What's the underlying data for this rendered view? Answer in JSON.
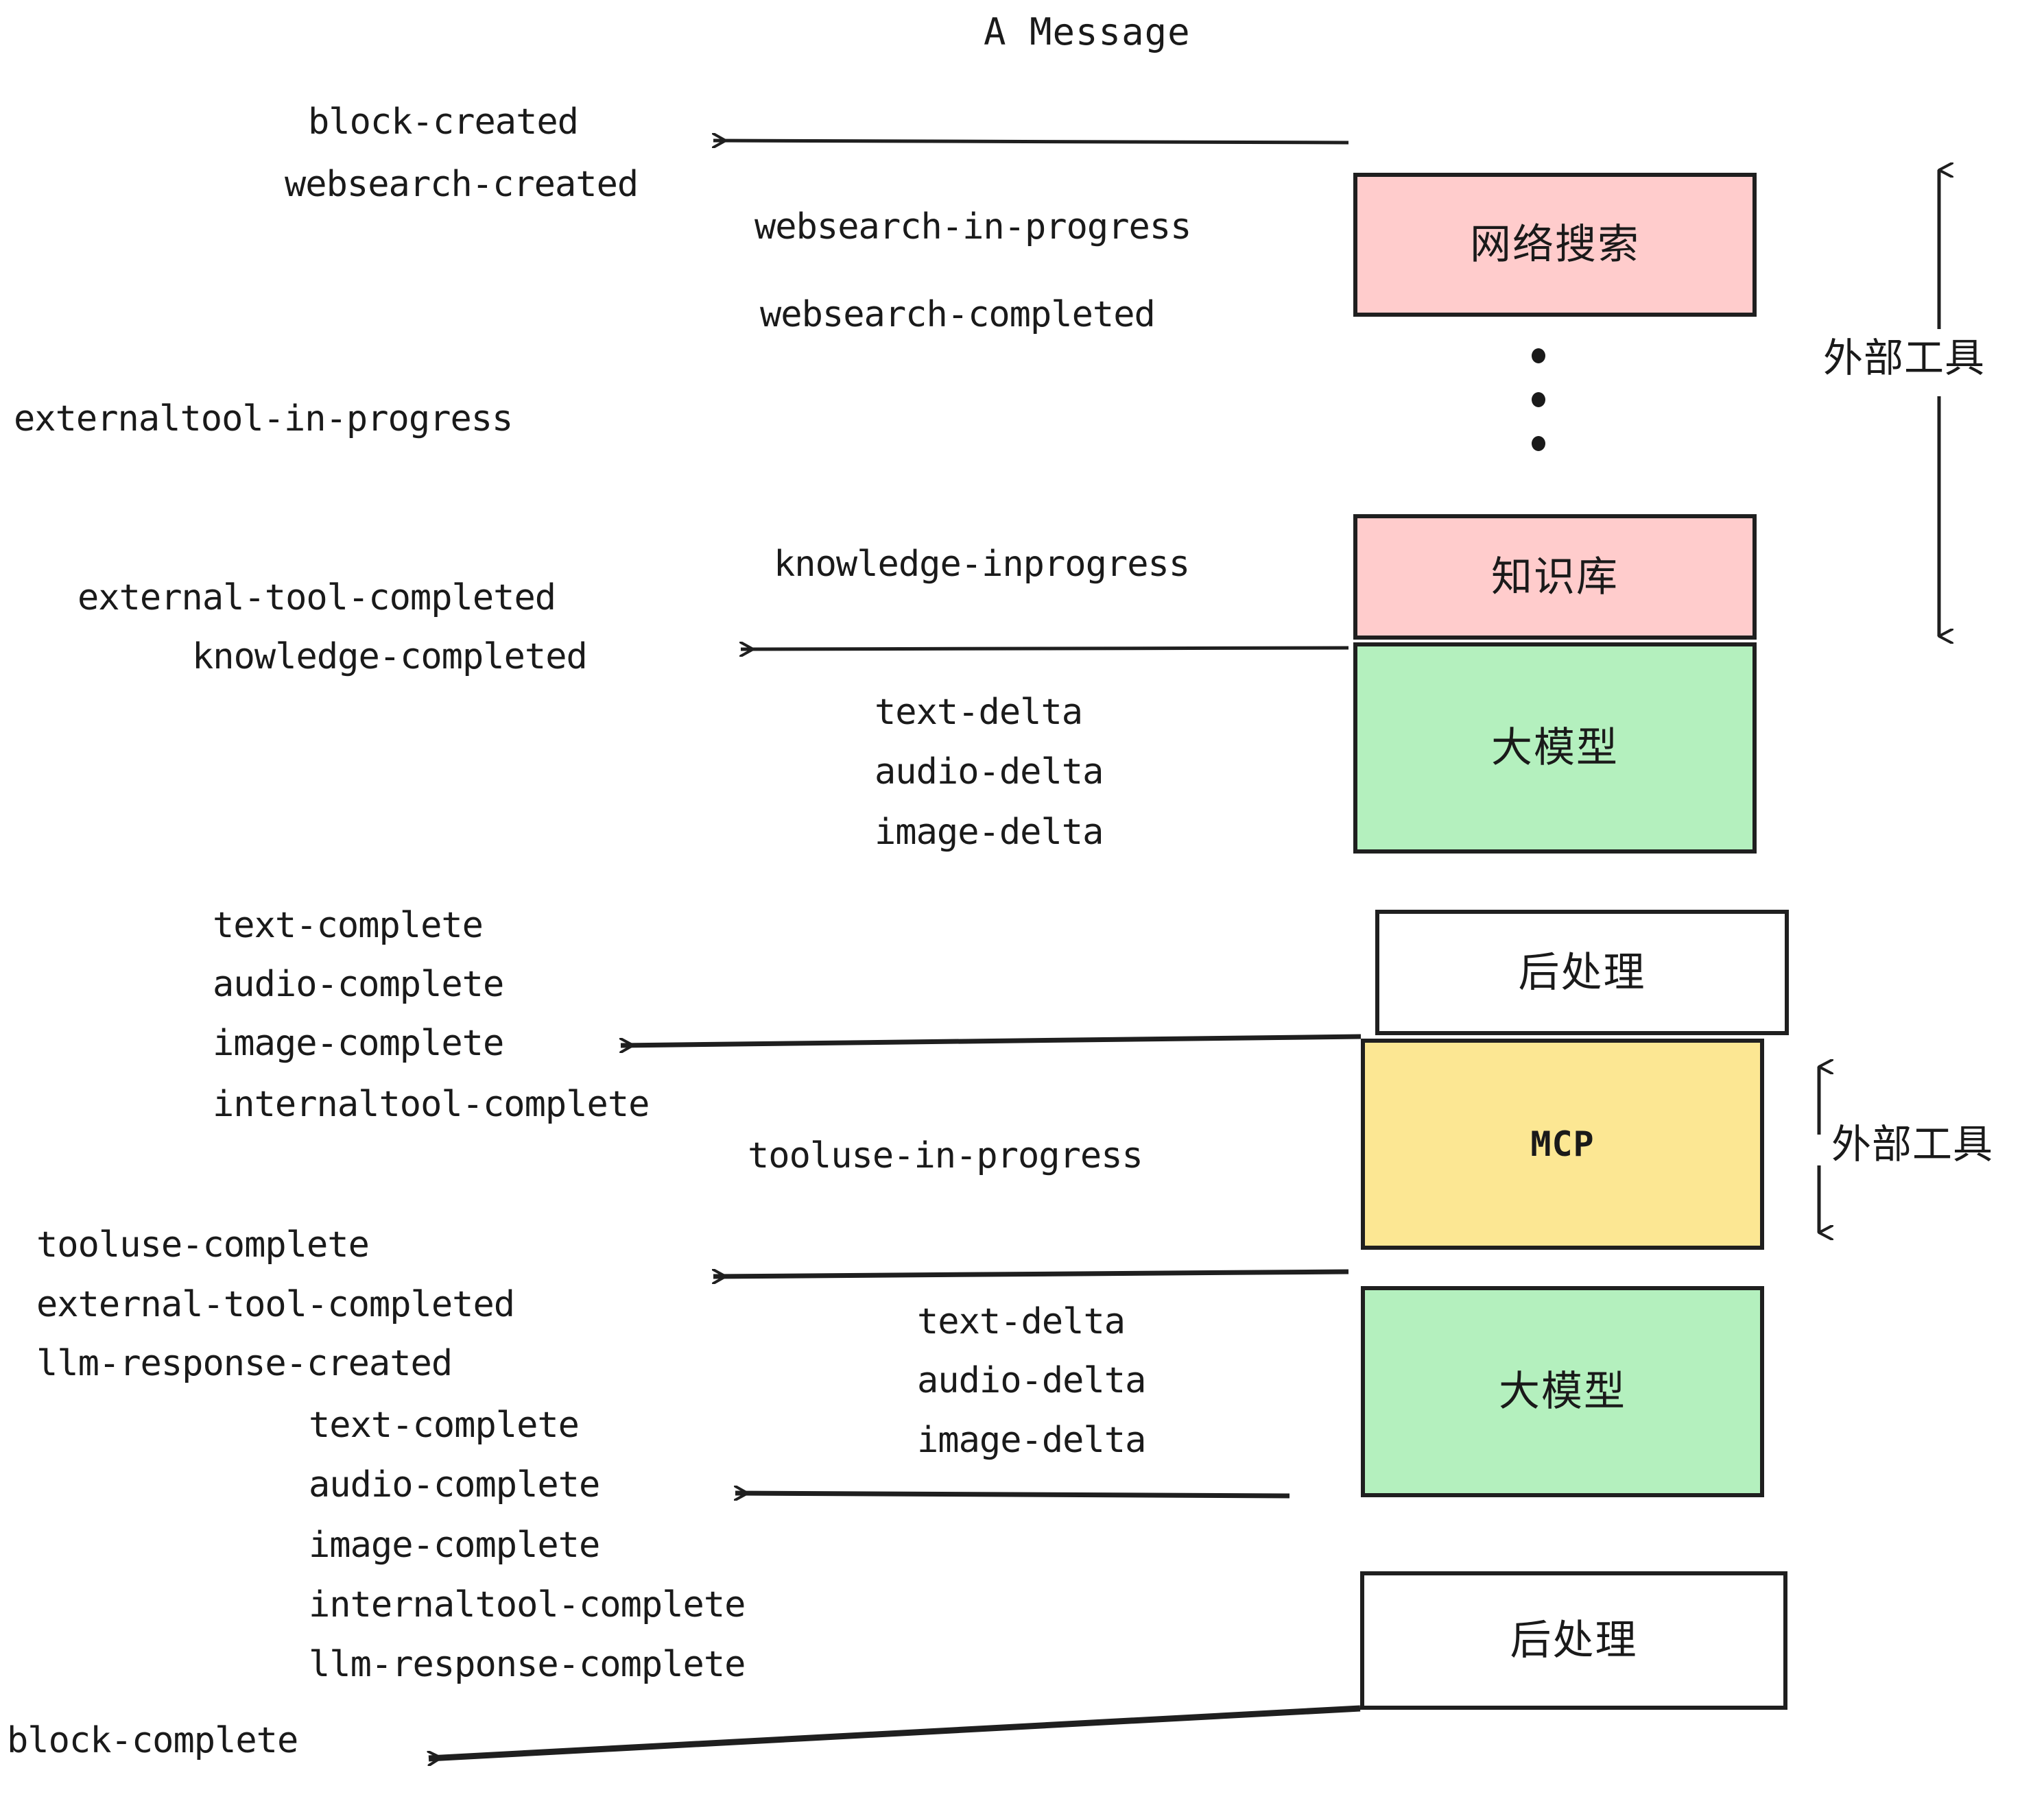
{
  "diagram": {
    "title": "A Message",
    "colors": {
      "pink": "#FFCCCC",
      "green": "#B4F0BE",
      "yellow": "#FCE793",
      "white": "#FFFFFF",
      "stroke": "#1F1F1F",
      "text": "#1A1A1A"
    },
    "nodes": [
      {
        "id": "websearch",
        "label": "网络搜索",
        "fill": "#FFCCCC"
      },
      {
        "id": "knowledge",
        "label": "知识库",
        "fill": "#FFCCCC"
      },
      {
        "id": "llm1",
        "label": "大模型",
        "fill": "#B4F0BE"
      },
      {
        "id": "post1",
        "label": "后处理",
        "fill": "#FFFFFF"
      },
      {
        "id": "mcp",
        "label": "MCP",
        "fill": "#FCE793"
      },
      {
        "id": "llm2",
        "label": "大模型",
        "fill": "#B4F0BE"
      },
      {
        "id": "post2",
        "label": "后处理",
        "fill": "#FFFFFF"
      }
    ],
    "side_labels": [
      {
        "id": "external-tools-top",
        "label": "外部工具"
      },
      {
        "id": "external-tools-bottom",
        "label": "外部工具"
      }
    ],
    "events": [
      {
        "id": "block-created",
        "text": "block-created"
      },
      {
        "id": "websearch-created",
        "text": "websearch-created"
      },
      {
        "id": "websearch-in-progress",
        "text": "websearch-in-progress"
      },
      {
        "id": "websearch-completed",
        "text": "websearch-completed"
      },
      {
        "id": "externaltool-in-progress",
        "text": "externaltool-in-progress"
      },
      {
        "id": "knowledge-inprogress",
        "text": "knowledge-inprogress"
      },
      {
        "id": "external-tool-completed-1",
        "text": "external-tool-completed"
      },
      {
        "id": "knowledge-completed",
        "text": "knowledge-completed"
      },
      {
        "id": "text-delta-1",
        "text": "text-delta"
      },
      {
        "id": "audio-delta-1",
        "text": "audio-delta"
      },
      {
        "id": "image-delta-1",
        "text": "image-delta"
      },
      {
        "id": "text-complete-1",
        "text": "text-complete"
      },
      {
        "id": "audio-complete-1",
        "text": "audio-complete"
      },
      {
        "id": "image-complete-1",
        "text": "image-complete"
      },
      {
        "id": "internaltool-complete-1",
        "text": "internaltool-complete"
      },
      {
        "id": "tooluse-in-progress",
        "text": "tooluse-in-progress"
      },
      {
        "id": "tooluse-complete",
        "text": "tooluse-complete"
      },
      {
        "id": "external-tool-completed-2",
        "text": "external-tool-completed"
      },
      {
        "id": "llm-response-created",
        "text": "llm-response-created"
      },
      {
        "id": "text-delta-2",
        "text": "text-delta"
      },
      {
        "id": "audio-delta-2",
        "text": "audio-delta"
      },
      {
        "id": "image-delta-2",
        "text": "image-delta"
      },
      {
        "id": "text-complete-2",
        "text": "text-complete"
      },
      {
        "id": "audio-complete-2",
        "text": "audio-complete"
      },
      {
        "id": "image-complete-2",
        "text": "image-complete"
      },
      {
        "id": "internaltool-complete-2",
        "text": "internaltool-complete"
      },
      {
        "id": "llm-response-complete",
        "text": "llm-response-complete"
      },
      {
        "id": "block-complete",
        "text": "block-complete"
      }
    ],
    "ellipsis": "⋮"
  }
}
